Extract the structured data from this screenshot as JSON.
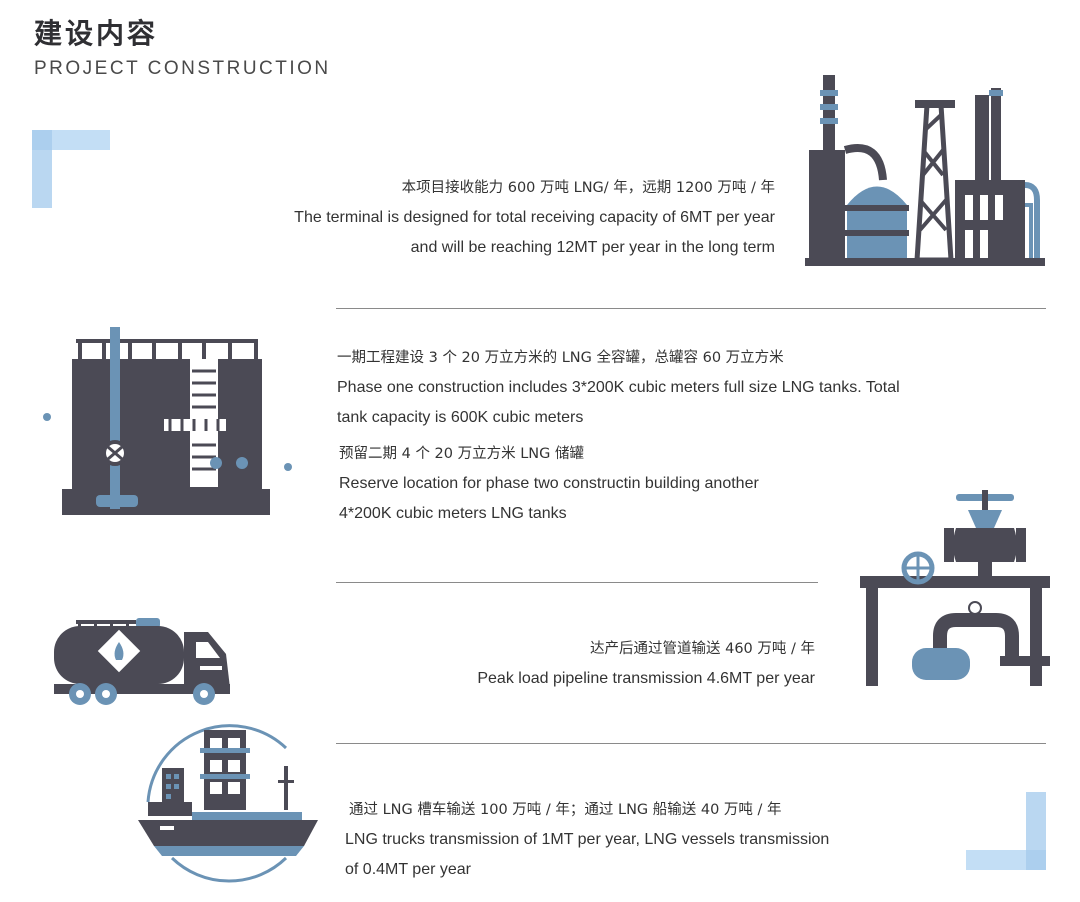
{
  "header": {
    "title_cn": "建设内容",
    "title_en": "PROJECT CONSTRUCTION"
  },
  "sections": [
    {
      "lines": [
        "本项目接收能力 600 万吨 LNG/ 年，远期 1200 万吨 / 年",
        "The terminal is designed for total receiving capacity of 6MT per year",
        "and will be reaching 12MT per year in the long term"
      ],
      "icon": "refinery-icon"
    },
    {
      "lines": [
        "一期工程建设 3 个 20 万立方米的 LNG 全容罐，总罐容 60 万立方米",
        "Phase one construction includes 3*200K cubic meters full size LNG tanks. Total",
        "tank capacity is 600K cubic meters",
        "预留二期 4 个 20 万立方米 LNG 储罐",
        "Reserve location for phase two constructin  building another",
        "4*200K cubic meters LNG tanks"
      ],
      "icon": "storage-tank-icon"
    },
    {
      "lines": [
        "达产后通过管道输送 460 万吨 / 年",
        "Peak load pipeline transmission 4.6MT per year"
      ],
      "icon": "pipeline-valve-icon"
    },
    {
      "lines": [
        "通过 LNG 槽车输送 100 万吨 / 年；通过 LNG 船输送 40 万吨 / 年",
        "LNG trucks transmission of 1MT per year, LNG vessels transmission",
        "of 0.4MT per year"
      ],
      "icons": [
        "lng-truck-icon",
        "lng-ship-icon"
      ]
    }
  ],
  "colors": {
    "dark": "#4b4a55",
    "blue": "#6b93b5",
    "light_blue": "#b7d6f2",
    "text": "#333333"
  }
}
